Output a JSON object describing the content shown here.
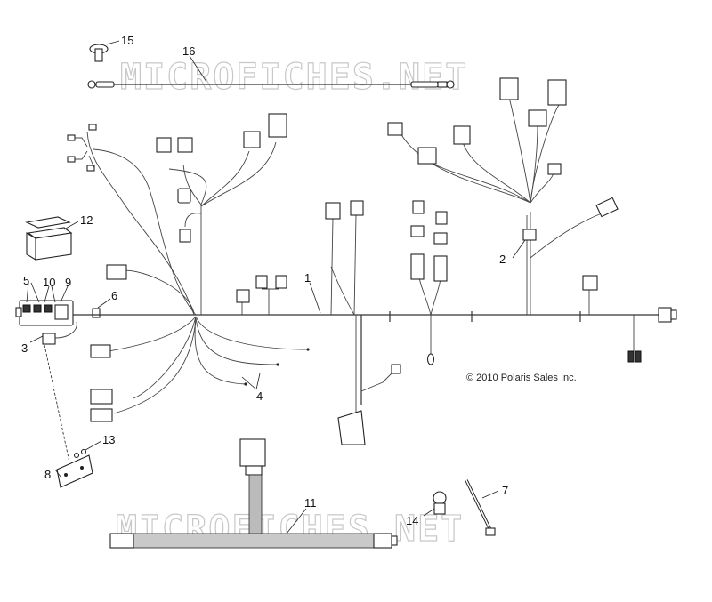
{
  "watermark": {
    "text": "MICROFICHES.NET"
  },
  "copyright": "© 2010 Polaris Sales Inc.",
  "callouts": [
    {
      "id": "1",
      "label": "1"
    },
    {
      "id": "2",
      "label": "2"
    },
    {
      "id": "3",
      "label": "3"
    },
    {
      "id": "4",
      "label": "4"
    },
    {
      "id": "5",
      "label": "5"
    },
    {
      "id": "6",
      "label": "6"
    },
    {
      "id": "7",
      "label": "7"
    },
    {
      "id": "8",
      "label": "8"
    },
    {
      "id": "9",
      "label": "9"
    },
    {
      "id": "10",
      "label": "10"
    },
    {
      "id": "11",
      "label": "11"
    },
    {
      "id": "12",
      "label": "12"
    },
    {
      "id": "13",
      "label": "13"
    },
    {
      "id": "14",
      "label": "14"
    },
    {
      "id": "15",
      "label": "15"
    },
    {
      "id": "16",
      "label": "16"
    }
  ]
}
